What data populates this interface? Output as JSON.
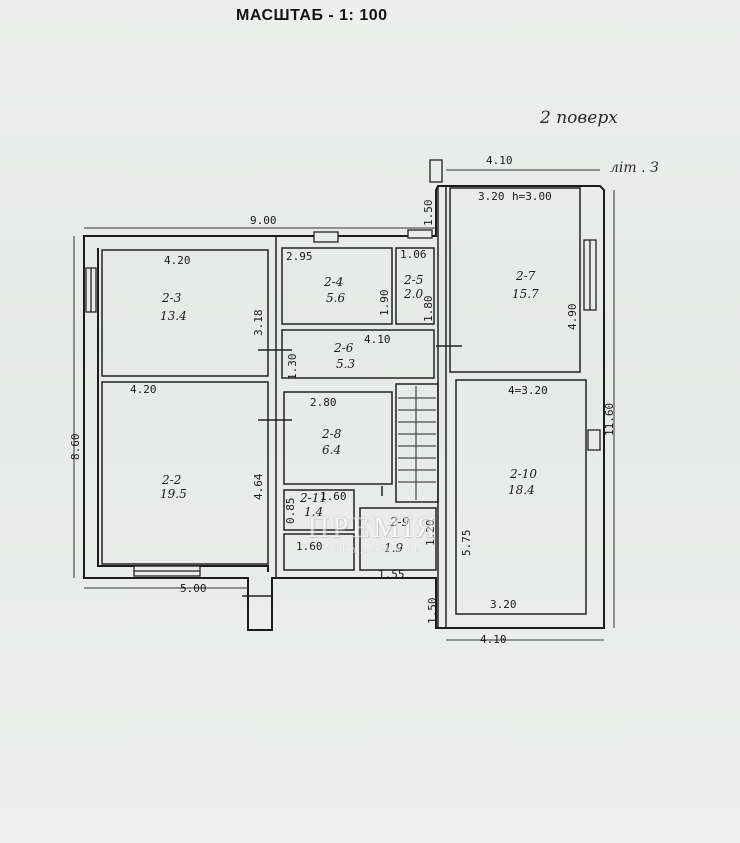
{
  "header": {
    "scale_title": "МАСШТАБ  - 1: 100"
  },
  "annotations": {
    "floor": "2 поверх",
    "letter": "літ . З"
  },
  "rooms": [
    {
      "id": "2-3",
      "area": "13.4"
    },
    {
      "id": "2-4",
      "area": "5.6"
    },
    {
      "id": "2-5",
      "area": "2.0"
    },
    {
      "id": "2-6",
      "area": "5.3"
    },
    {
      "id": "2-7",
      "area": "15.7"
    },
    {
      "id": "2-2",
      "area": "19.5"
    },
    {
      "id": "2-8",
      "area": "6.4"
    },
    {
      "id": "2-10",
      "area": "18.4"
    },
    {
      "id": "2-11",
      "area": "1.4"
    },
    {
      "id": "2-9",
      "area": "1.9"
    }
  ],
  "dimensions": {
    "overall_width": "9.00",
    "overall_height": "8.60",
    "right_height": "11.60",
    "top_right_width": "4.10",
    "bottom_right_width": "4.10",
    "bottom_left_width": "5.00",
    "step_top": "1.50",
    "step_bottom": "1.50",
    "r23_width": "4.20",
    "r23_height": "3.18",
    "r22_width": "4.20",
    "r22_height": "4.64",
    "r24_width": "2.95",
    "r24_height": "1.90",
    "r25_width": "1.06",
    "r25_height": "1.80",
    "r26_width": "4.10",
    "r26_height": "1.30",
    "r27_width": "3.20",
    "r27_ceiling": "h=3.00",
    "r27_height": "4.90",
    "r28_width": "2.80",
    "r210_width": "4=3.20",
    "r210_bottom": "3.20",
    "r210_height": "5.75",
    "r211_width": "1.60",
    "r211_height": "0.85",
    "r211_lower": "1.60",
    "r29_height": "1.20",
    "r29_bottom": "1.55"
  },
  "watermark": {
    "brand": "ПРЕМІЯ",
    "sub": "НЕРУХОМІСТЬ"
  }
}
